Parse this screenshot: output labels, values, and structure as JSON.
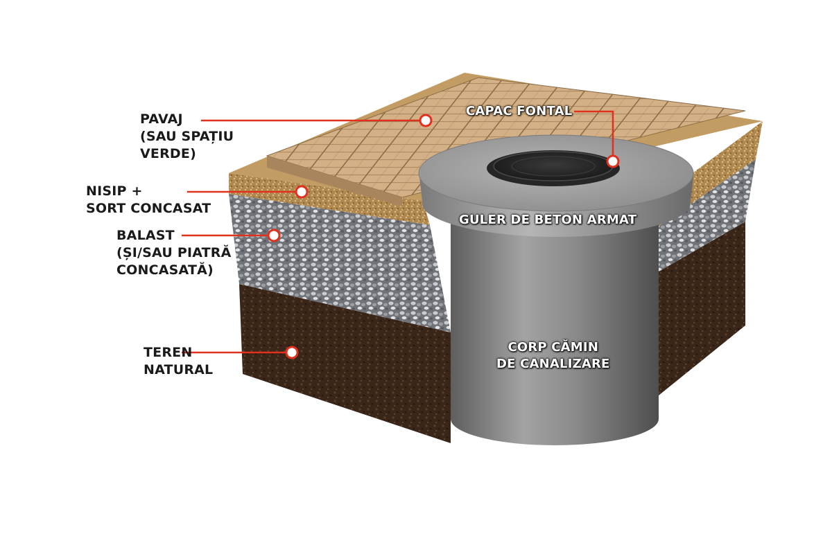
{
  "labels": {
    "pavaj": [
      "PAVAJ",
      "(SAU SPAȚIU",
      "VERDE)"
    ],
    "nisip": [
      "NISIP +",
      "SORT CONCASAT"
    ],
    "balast": [
      "BALAST",
      "(ȘI/SAU PIATRĂ",
      "CONCASATĂ)"
    ],
    "teren": [
      "TEREN",
      "NATURAL"
    ],
    "capac": "CAPAC FONTAL",
    "guler": "GULER DE BETON ARMAT",
    "corp": [
      "CORP CĂMIN",
      "DE CANALIZARE"
    ]
  },
  "colors": {
    "accent": "#e0301e",
    "paver": "#c9a57c",
    "sand": "#b8955a",
    "gravel": "#8d8f94",
    "soil": "#3a2619",
    "concrete": "#8c8c8c",
    "cast_iron": "#2e2e2e"
  }
}
